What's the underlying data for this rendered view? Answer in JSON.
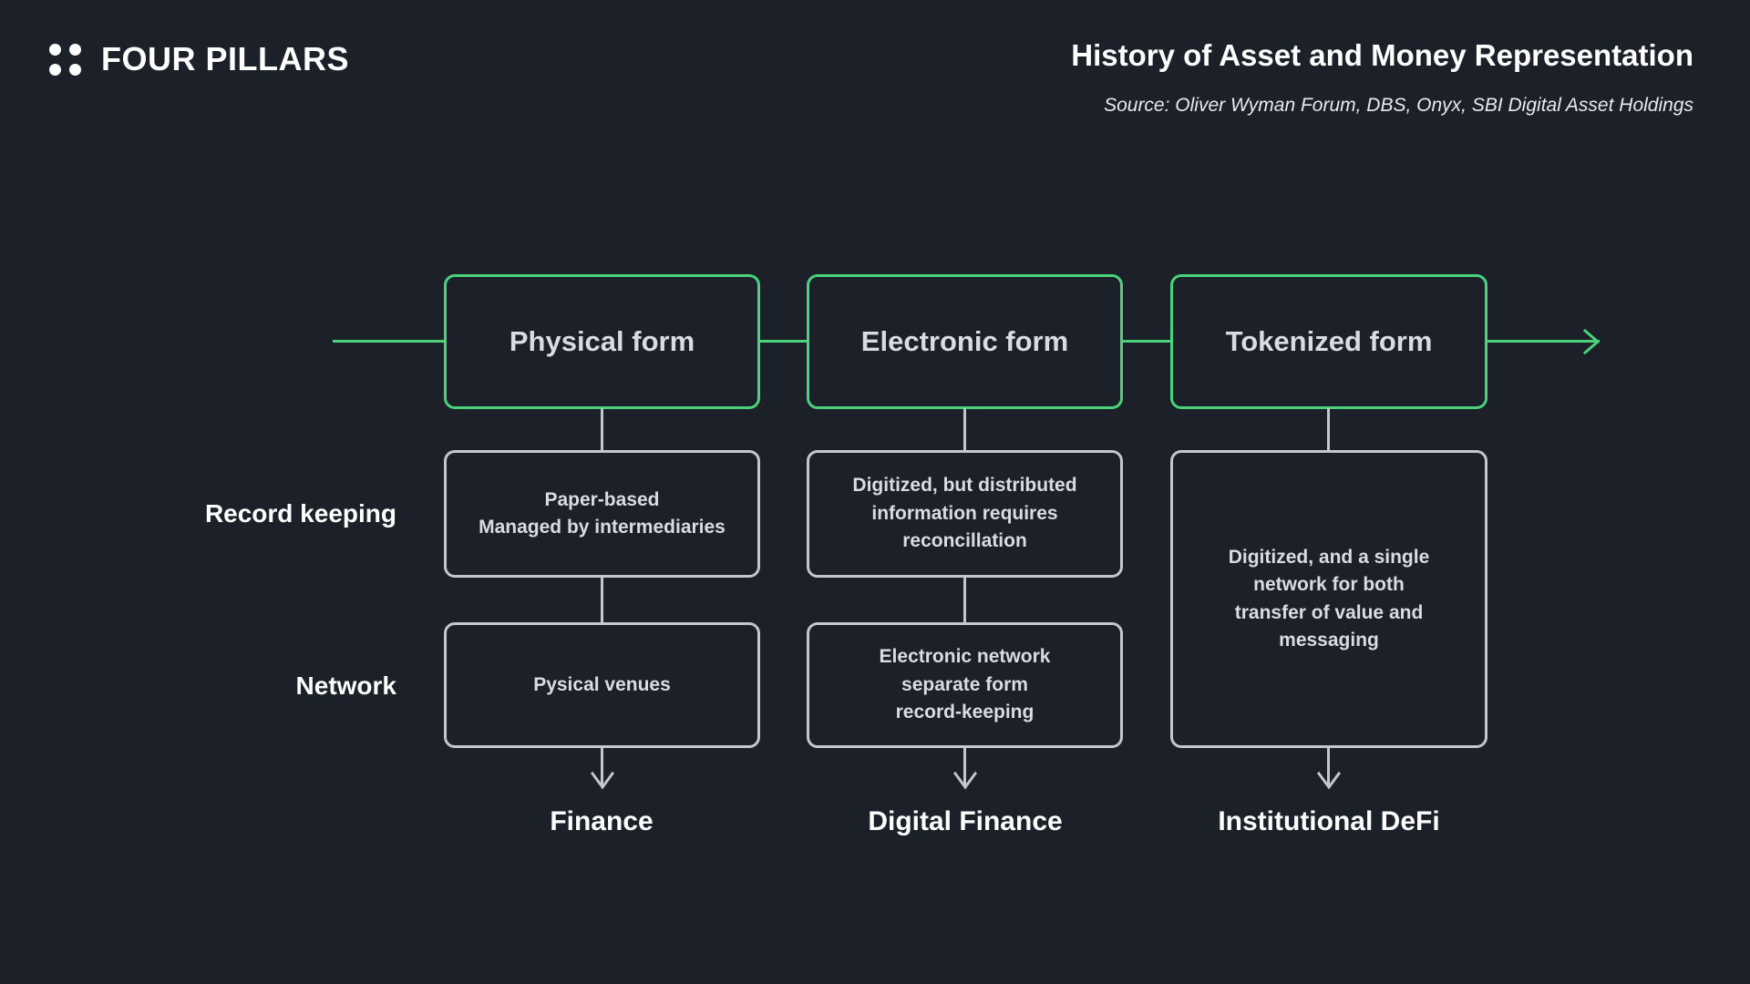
{
  "header": {
    "logo_text": "FOUR PILLARS",
    "logo_icon": "four-dots-icon",
    "title": "History of Asset and Money Representation",
    "source": "Source: Oliver Wyman Forum, DBS, Onyx, SBI Digital Asset Holdings"
  },
  "colors": {
    "background": "#1b2029",
    "accent_green": "#4bd37b",
    "box_border_gray": "#c3c7ce",
    "text_primary": "#ffffff",
    "text_secondary": "#d9dce1"
  },
  "row_labels": {
    "record_keeping": "Record keeping",
    "network": "Network"
  },
  "stages": [
    {
      "form": "Physical form",
      "record_keeping": "Paper-based\nManaged by intermediaries",
      "network": "Pysical venues",
      "outcome": "Finance"
    },
    {
      "form": "Electronic form",
      "record_keeping": "Digitized, but distributed information requires reconcillation",
      "network": "Electronic network separate form record-keeping",
      "outcome": "Digital Finance"
    },
    {
      "form": "Tokenized form",
      "record_keeping": "Digitized, and a single network for both transfer of value and messaging",
      "network": "",
      "outcome": "Institutional DeFi"
    }
  ],
  "boxes": {
    "physical_form": "Physical form",
    "electronic_form": "Electronic form",
    "tokenized_form": "Tokenized form",
    "rk_1_line1": "Paper-based",
    "rk_1_line2": "Managed by intermediaries",
    "rk_2_line1": "Digitized, but distributed",
    "rk_2_line2": "information requires",
    "rk_2_line3": "reconcillation",
    "rk_3_line1": "Digitized, and a single",
    "rk_3_line2": "network for both",
    "rk_3_line3": "transfer of value and",
    "rk_3_line4": "messaging",
    "nw_1": "Pysical venues",
    "nw_2_line1": "Electronic network",
    "nw_2_line2": "separate form",
    "nw_2_line3": "record-keeping"
  },
  "outcomes": {
    "finance": "Finance",
    "digital_finance": "Digital Finance",
    "institutional_defi": "Institutional DeFi"
  }
}
